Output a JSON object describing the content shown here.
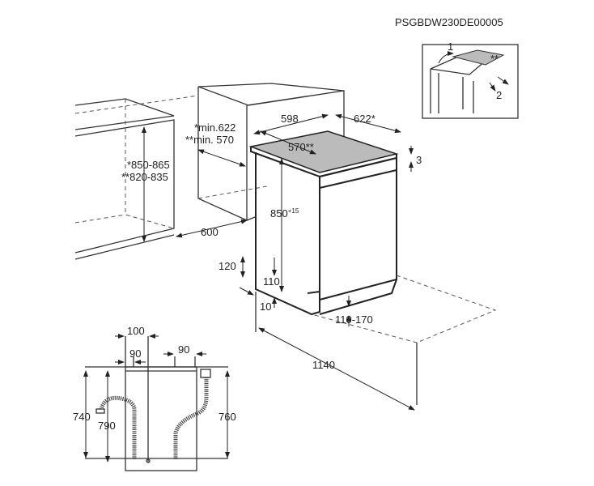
{
  "diagram": {
    "code": "PSGBDW230DE00005",
    "inset": {
      "step1": "1",
      "step2": "2",
      "mark": "**"
    },
    "perspective": {
      "width": "598",
      "depth_a": "622*",
      "depth_b": "570**",
      "niche_min_a": "*min.622",
      "niche_min_b": "**min. 570",
      "worktop_gap": "3",
      "height_range_a": "*850-865",
      "height_range_b": "**820-835",
      "height": "850",
      "height_sup": "+15",
      "niche_width": "600",
      "plinth_120": "120",
      "plinth_110": "110",
      "plinth_10": "10",
      "plinth_range": "110-170",
      "door_open_depth": "1140"
    },
    "rear_view": {
      "dim_100": "100",
      "dim_90_left": "90",
      "dim_90_right": "90",
      "dim_740": "740",
      "dim_790": "790",
      "dim_760": "760"
    }
  }
}
